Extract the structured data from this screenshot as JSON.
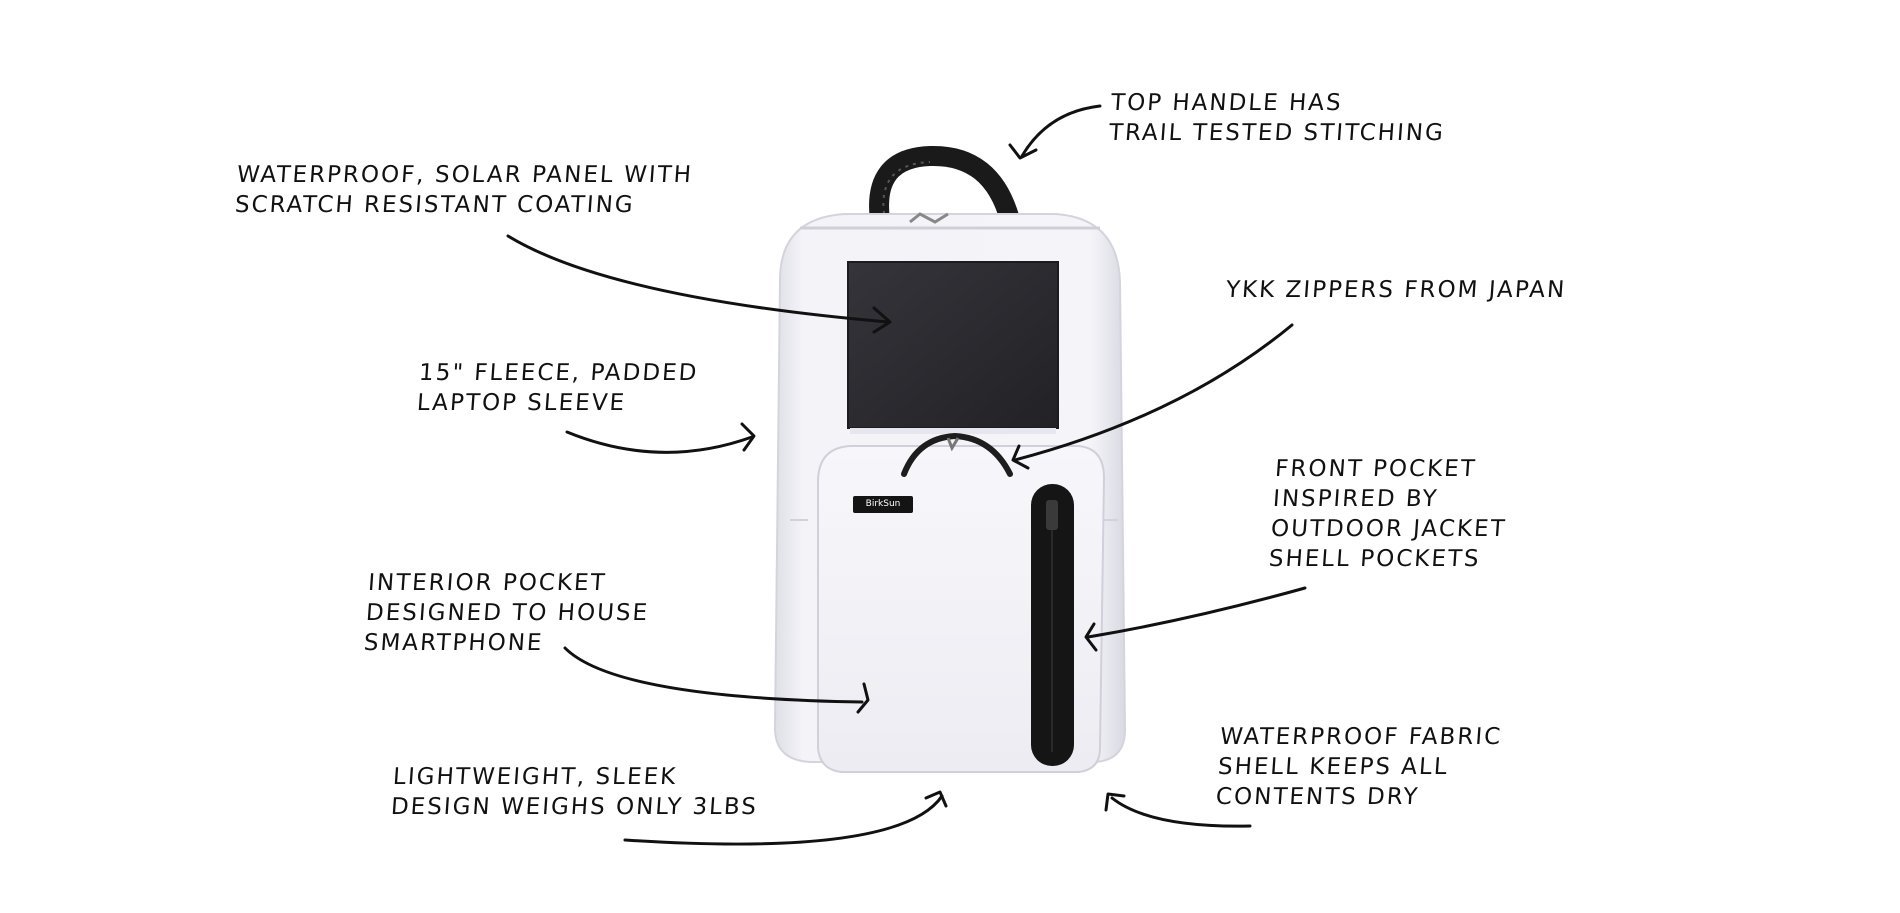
{
  "callouts": {
    "top_handle": [
      "TOP HANDLE HAS",
      "TRAIL TESTED STITCHING"
    ],
    "solar_panel": [
      "WATERPROOF, SOLAR PANEL WITH",
      "SCRATCH RESISTANT COATING"
    ],
    "zippers": [
      "YKK ZIPPERS FROM JAPAN"
    ],
    "laptop_sleeve": [
      "15\" FLEECE, PADDED",
      "LAPTOP SLEEVE"
    ],
    "front_pocket": [
      "FRONT POCKET",
      "INSPIRED BY",
      "OUTDOOR JACKET",
      "SHELL POCKETS"
    ],
    "interior_pocket": [
      "INTERIOR POCKET",
      "DESIGNED TO HOUSE",
      "SMARTPHONE"
    ],
    "waterproof_fabric": [
      "WATERPROOF FABRIC",
      "SHELL KEEPS ALL",
      "CONTENTS DRY"
    ],
    "lightweight": [
      "LIGHTWEIGHT, SLEEK",
      "DESIGN WEIGHS ONLY 3LBS"
    ]
  },
  "backpack": {
    "brand_label": "BirkSun",
    "body_color": "#f1f1f6",
    "panel_color": "#2b2b2f",
    "strap_color": "#1a1a1a"
  }
}
